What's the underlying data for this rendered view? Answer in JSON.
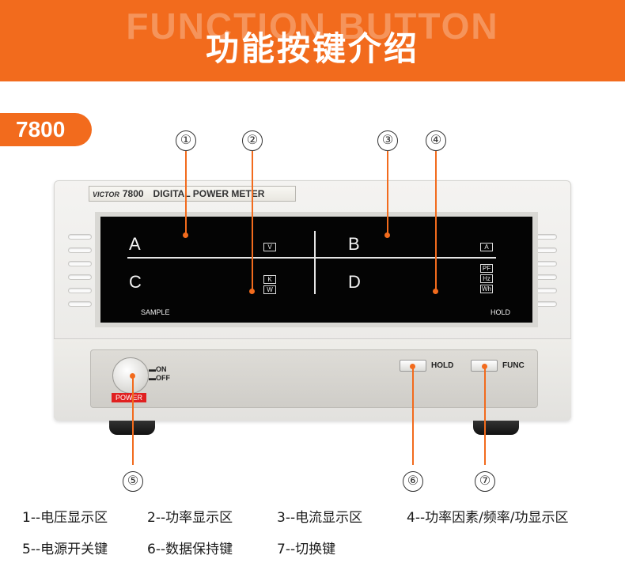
{
  "header": {
    "bg_text": "FUNCTION BUTTON",
    "title": "功能按键介绍",
    "accent_color": "#f26b1d"
  },
  "model_tab": "7800",
  "device": {
    "brand": "VICTOR",
    "model": "7800",
    "name": "DIGITAL POWER METER",
    "screen": {
      "quadrants": [
        "A",
        "B",
        "C",
        "D"
      ],
      "units_a": "V",
      "units_b": "A",
      "units_c": [
        "K",
        "W"
      ],
      "units_d": [
        "PF",
        "Hz",
        "Wh"
      ],
      "sample": "SAMPLE",
      "hold": "HOLD"
    },
    "controls": {
      "on": "ON",
      "off": "OFF",
      "power": "POWER",
      "hold_button": "HOLD",
      "func_button": "FUNC"
    }
  },
  "callouts": [
    "①",
    "②",
    "③",
    "④",
    "⑤",
    "⑥",
    "⑦"
  ],
  "legend": [
    "1--电压显示区",
    "2--功率显示区",
    "3--电流显示区",
    "4--功率因素/频率/功显示区",
    "5--电源开关键",
    "6--数据保持键",
    "7--切换键"
  ]
}
